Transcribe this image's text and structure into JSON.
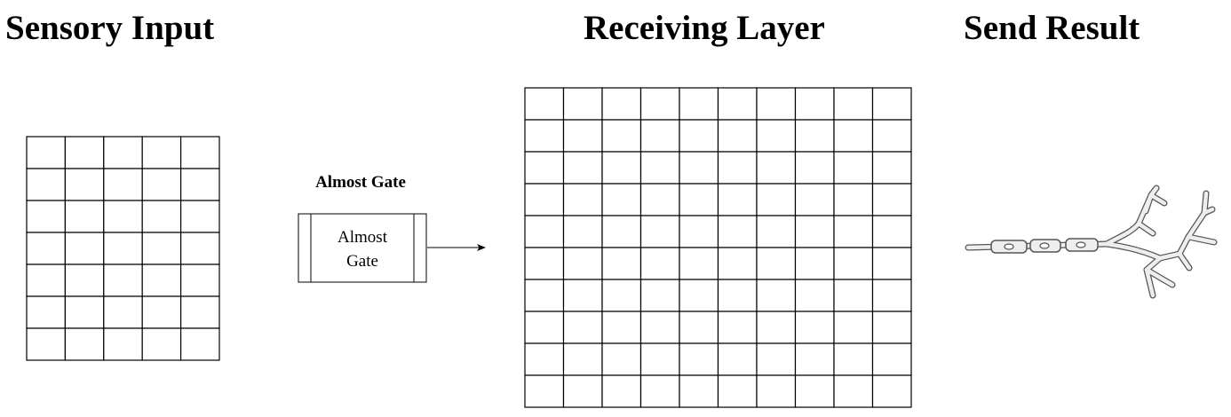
{
  "headings": {
    "sensory_input": "Sensory Input",
    "receiving_layer": "Receiving Layer",
    "send_result": "Send Result"
  },
  "gate": {
    "title": "Almost Gate",
    "box_line1": "Almost",
    "box_line2": "Gate"
  },
  "grids": {
    "sensory_input": {
      "rows": 7,
      "cols": 5
    },
    "receiving_layer": {
      "rows": 10,
      "cols": 10
    }
  },
  "icons": {
    "arrow": "arrow-right-icon",
    "neuron": "neuron-icon"
  },
  "colors": {
    "line": "#000000",
    "neuron_outline": "#555555",
    "neuron_fill": "#eeeeee"
  }
}
